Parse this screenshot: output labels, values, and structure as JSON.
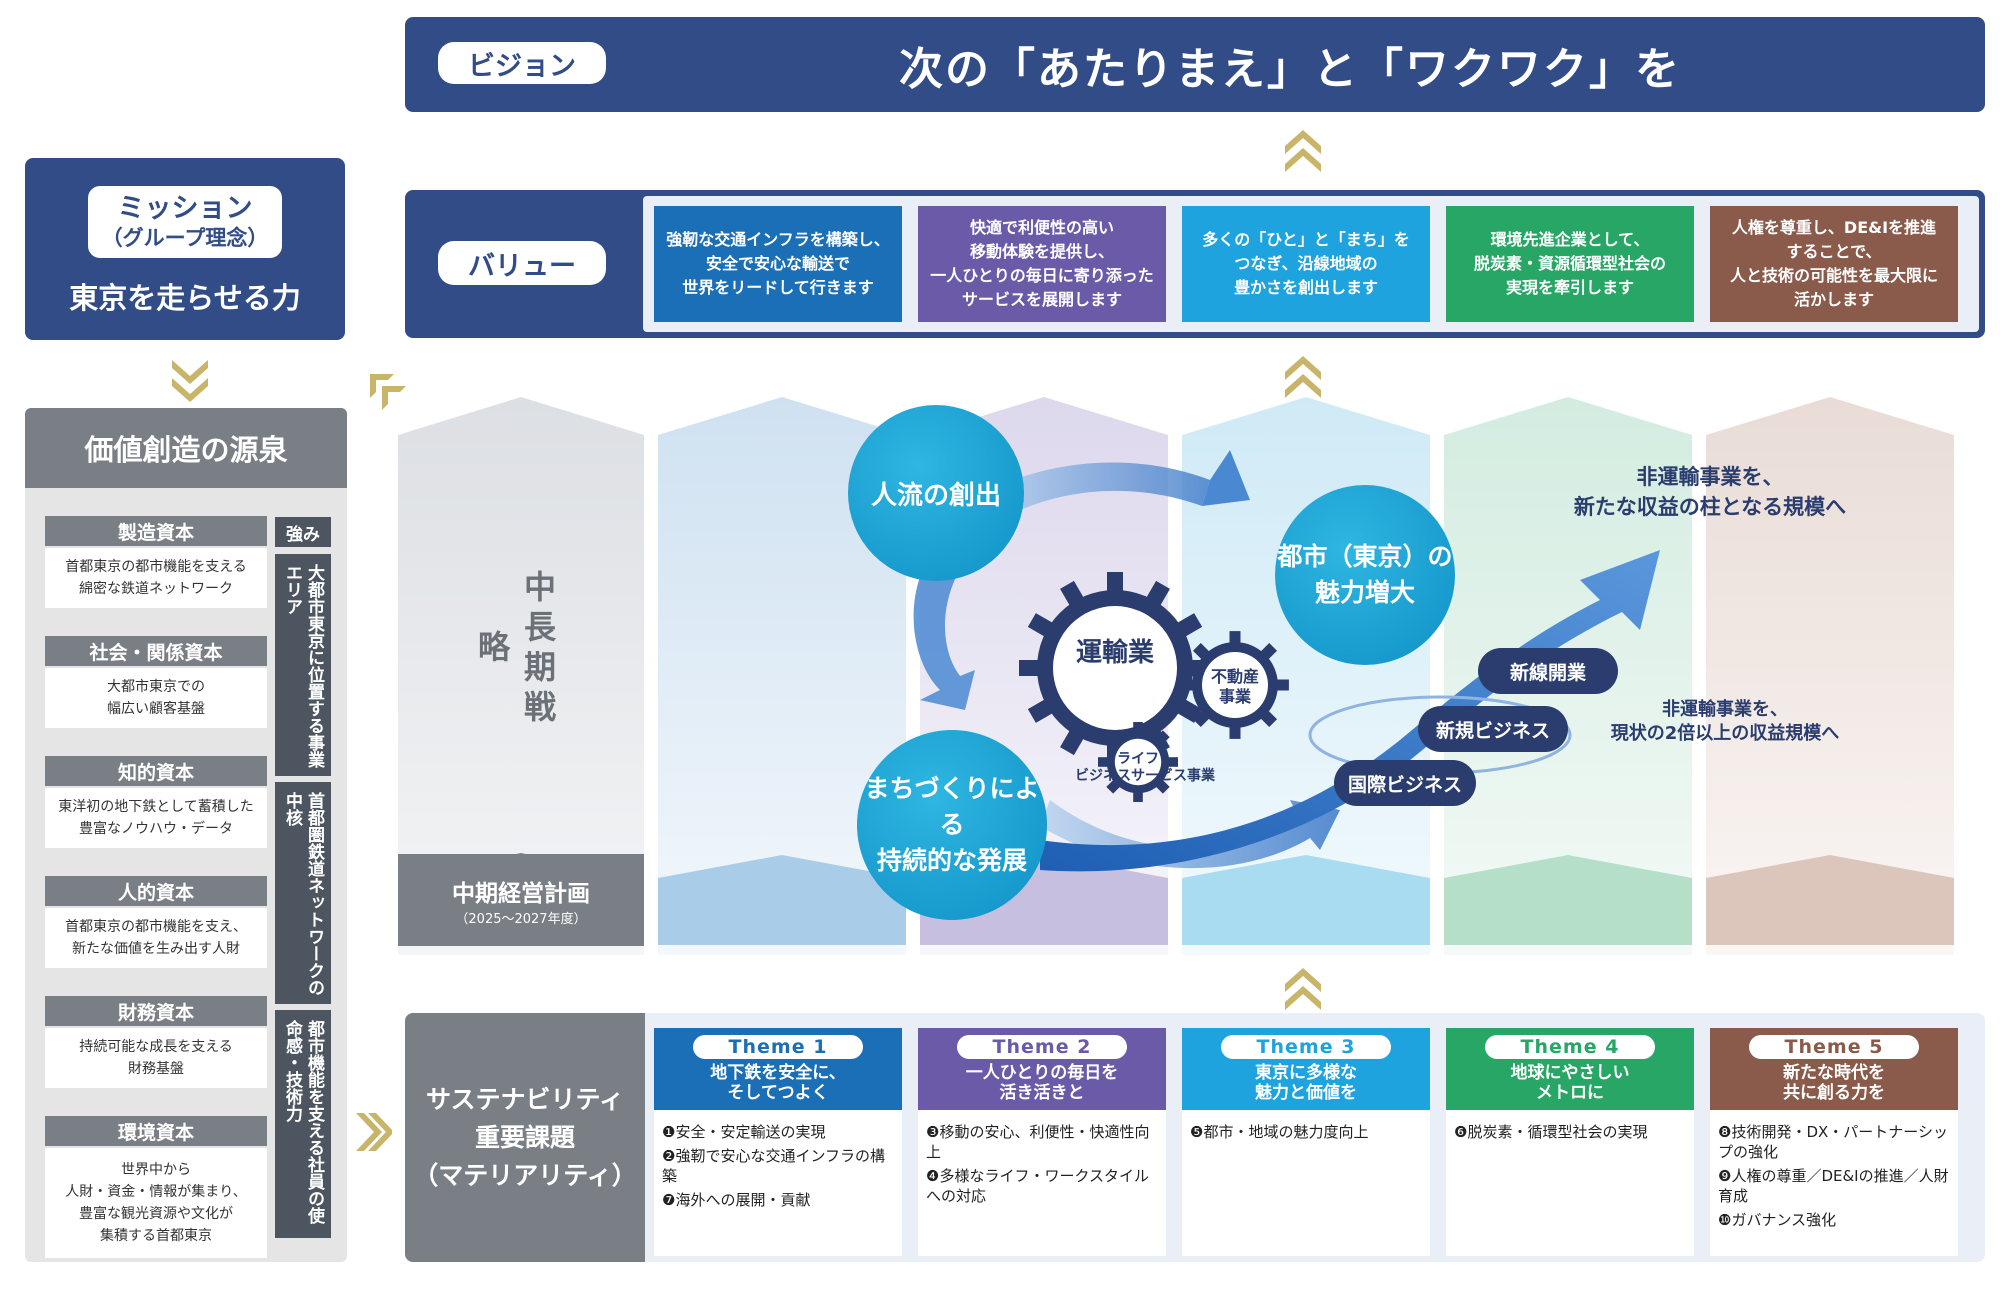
{
  "vision": {
    "label": "ビジョン",
    "text": "次の「あたりまえ」と「ワクワク」を"
  },
  "mission": {
    "label_line1": "ミッション",
    "label_line2": "（グループ理念）",
    "text": "東京を走らせる力"
  },
  "value": {
    "label": "バリュー",
    "items": [
      {
        "text": "強靭な交通インフラを構築し、\n安全で安心な輸送で\n世界をリードして行きます",
        "color": "#1b6fb6"
      },
      {
        "text": "快適で利便性の高い\n移動体験を提供し、\n一人ひとりの毎日に寄り添った\nサービスを展開します",
        "color": "#6b5aa8"
      },
      {
        "text": "多くの「ひと」と「まち」を\nつなぎ、沿線地域の\n豊かさを創出します",
        "color": "#1fa3de"
      },
      {
        "text": "環境先進企業として、\n脱炭素・資源循環型社会の\n実現を牽引します",
        "color": "#27a666"
      },
      {
        "text": "人権を尊重し、DE&Iを推進\nすることで、\n人と技術の可能性を最大限に\n活かします",
        "color": "#8a5a4a"
      }
    ]
  },
  "source": {
    "title": "価値創造の源泉",
    "strength_label": "強み",
    "capitals": [
      {
        "head": "製造資本",
        "body": "首都東京の都市機能を支える\n綿密な鉄道ネットワーク"
      },
      {
        "head": "社会・関係資本",
        "body": "大都市東京での\n幅広い顧客基盤"
      },
      {
        "head": "知的資本",
        "body": "東洋初の地下鉄として蓄積した\n豊富なノウハウ・データ"
      },
      {
        "head": "人的資本",
        "body": "首都東京の都市機能を支え、\n新たな価値を生み出す人財"
      },
      {
        "head": "財務資本",
        "body": "持続可能な成長を支える\n財務基盤"
      },
      {
        "head": "環境資本",
        "body": "世界中から\n人財・資金・情報が集まり、\n豊富な観光資源や文化が\n集積する首都東京"
      }
    ],
    "strengths": [
      "大都市東京に位置する事業エリア",
      "首都圏鉄道ネットワークの中核",
      "都市機能を支える社員の使命感・技術力"
    ]
  },
  "strategy": {
    "long_term": "中長期戦略",
    "plan_title": "中期経営計画",
    "plan_sub": "（2025〜2027年度）",
    "circles": {
      "people_flow": "人流の創出",
      "city_appeal": "都市（東京）の\n魅力増大",
      "town_dev": "まちづくりによる\n持続的な発展"
    },
    "gears": {
      "transport": "運輸業",
      "real_estate": "不動産\n事業",
      "life": "ライフ・\nビジネスサービス事業"
    },
    "businesses": [
      "新線開業",
      "新規ビジネス",
      "国際ビジネス"
    ],
    "goal_top": "非運輸事業を、\n新たな収益の柱となる規模へ",
    "goal_bottom": "非運輸事業を、\n現状の2倍以上の収益規模へ"
  },
  "sustainability": {
    "label": "サステナビリティ\n重要課題\n（マテリアリティ）",
    "themes": [
      {
        "tag": "Theme 1",
        "title": "地下鉄を安全に、\nそしてつよく",
        "color": "#1b6fb6",
        "items": [
          "❶安全・安定輸送の実現",
          "❷強靭で安心な交通インフラの構築",
          "❼海外への展開・貢献"
        ]
      },
      {
        "tag": "Theme 2",
        "title": "一人ひとりの毎日を\n活き活きと",
        "color": "#6b5aa8",
        "items": [
          "❸移動の安心、利便性・快適性向上",
          "❹多様なライフ・ワークスタイルへの対応"
        ]
      },
      {
        "tag": "Theme 3",
        "title": "東京に多様な\n魅力と価値を",
        "color": "#1fa3de",
        "items": [
          "❺都市・地域の魅力度向上"
        ]
      },
      {
        "tag": "Theme 4",
        "title": "地球にやさしい\nメトロに",
        "color": "#27a666",
        "items": [
          "❻脱炭素・循環型社会の実現"
        ]
      },
      {
        "tag": "Theme 5",
        "title": "新たな時代を\n共に創る力を",
        "color": "#8a5a4a",
        "items": [
          "❽技術開発・DX・パートナーシップの強化",
          "❾人権の尊重／DE&Iの推進／人財育成",
          "❿ガバナンス強化"
        ]
      }
    ]
  }
}
